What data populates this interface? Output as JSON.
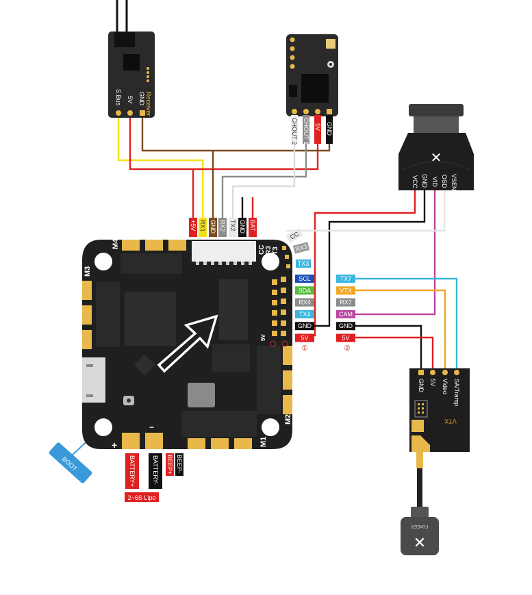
{
  "diagram": {
    "type": "flight-controller-wiring",
    "receiver_sbus": {
      "title": "Receiver",
      "pins": [
        "S.Bus",
        "5V",
        "GND"
      ]
    },
    "receiver_elrs": {
      "pins": [
        "CHOUT 2",
        "CHOUT 1",
        "5V",
        "GND"
      ]
    },
    "camera": {
      "pins": [
        "VCC",
        "GND",
        "VID",
        "OSD",
        "VSEN"
      ]
    },
    "vtx": {
      "title": "VTX",
      "pins": [
        "GND",
        "5V",
        "Video",
        "SA/Tramp"
      ]
    },
    "antenna": {
      "brand": "FOXEER"
    },
    "fc_top_connector": {
      "pins": [
        {
          "label": "+5V",
          "color": "#e02020",
          "text_color": "#ffffff"
        },
        {
          "label": "RX1",
          "color": "#f2e21a",
          "text_color": "#333333"
        },
        {
          "label": "GND",
          "color": "#7a4a1e",
          "text_color": "#ffffff"
        },
        {
          "label": "RX2",
          "color": "#8c8c8c",
          "text_color": "#ffffff"
        },
        {
          "label": "TX2",
          "color": "#e8e8e8",
          "text_color": "#333333"
        },
        {
          "label": "GND",
          "color": "#111111",
          "text_color": "#ffffff"
        },
        {
          "label": "BAT",
          "color": "#e02020",
          "text_color": "#ffffff"
        }
      ]
    },
    "fc_pads_group1": {
      "marker": "①",
      "pads": [
        {
          "label": "CC",
          "color": "#e6e6e6",
          "text_color": "#333333"
        },
        {
          "label": "RX3",
          "color": "#9a9a9a",
          "text_color": "#ffffff"
        },
        {
          "label": "TX3",
          "color": "#3bb6dd",
          "text_color": "#ffffff"
        },
        {
          "label": "SCL",
          "color": "#1d4fb8",
          "text_color": "#ffffff"
        },
        {
          "label": "SDA",
          "color": "#55bb3c",
          "text_color": "#ffffff"
        },
        {
          "label": "RX4",
          "color": "#8c8c8c",
          "text_color": "#ffffff"
        },
        {
          "label": "TX4",
          "color": "#3bb6dd",
          "text_color": "#ffffff"
        },
        {
          "label": "GND",
          "color": "#111111",
          "text_color": "#ffffff"
        },
        {
          "label": "5V",
          "color": "#e02020",
          "text_color": "#ffffff"
        }
      ]
    },
    "fc_pads_group2": {
      "marker": "②",
      "pads": [
        {
          "label": "TX7",
          "color": "#3bb6dd",
          "text_color": "#ffffff"
        },
        {
          "label": "VTX",
          "color": "#f0a623",
          "text_color": "#ffffff"
        },
        {
          "label": "RX7",
          "color": "#8c8c8c",
          "text_color": "#ffffff"
        },
        {
          "label": "CAM",
          "color": "#b8469e",
          "text_color": "#ffffff"
        },
        {
          "label": "GND",
          "color": "#111111",
          "text_color": "#ffffff"
        },
        {
          "label": "5V",
          "color": "#e02020",
          "text_color": "#ffffff"
        }
      ]
    },
    "fc_silkscreen": {
      "motors": [
        "M1",
        "M2",
        "M3",
        "M4"
      ],
      "uart_pads": [
        "CC",
        "R3",
        "T3"
      ],
      "fivev": "5V",
      "plus": "+",
      "minus": "−"
    },
    "power_labels": {
      "battery_plus": "BATTERY+",
      "battery_minus": "BATTERY-",
      "beep_plus": "BEEP+",
      "beep_minus": "BEEP-",
      "lipo": "2~6S Lipo"
    },
    "boot_label": "BOOT",
    "wire_colors": {
      "red": "#e02020",
      "black": "#111111",
      "brown": "#7a4a1e",
      "yellow": "#f2e21a",
      "gray": "#8c8c8c",
      "white": "#e4e4e4",
      "cyan": "#3bb6dd",
      "orange": "#f0a623",
      "magenta": "#b8469e",
      "boot_blue": "#3a9ad9"
    }
  }
}
